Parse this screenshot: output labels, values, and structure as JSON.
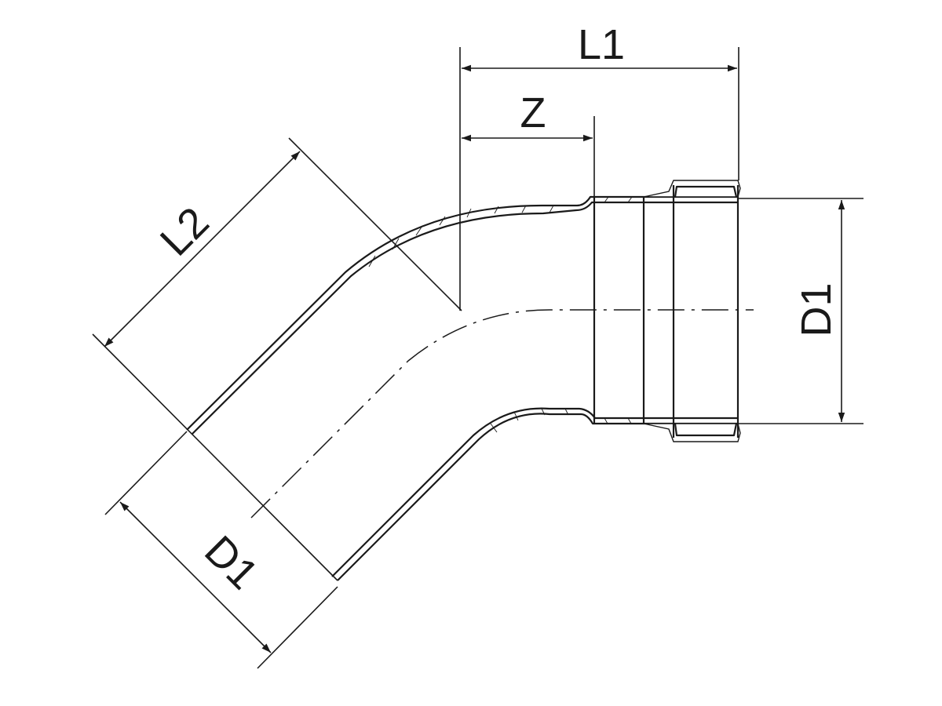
{
  "labels": {
    "l1": "L1",
    "z": "Z",
    "l2": "L2",
    "d1_right": "D1",
    "d1_left": "D1"
  }
}
